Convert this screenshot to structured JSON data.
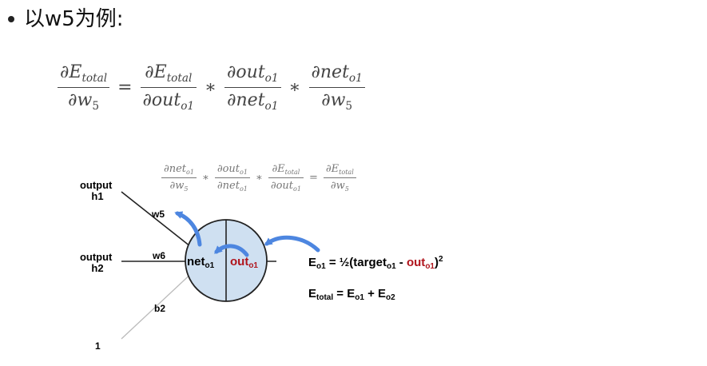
{
  "bullet": {
    "text": "以w5为例:"
  },
  "formula_main": {
    "lhs_num": "E",
    "lhs_num_sub": "total",
    "lhs_den": "w",
    "lhs_den_sub": "5",
    "eq": "=",
    "t1_num": "E",
    "t1_num_sub": "total",
    "t1_den": "out",
    "t1_den_sub": "o1",
    "times": "∗",
    "t2_num": "out",
    "t2_num_sub": "o1",
    "t2_den": "net",
    "t2_den_sub": "o1",
    "t3_num": "net",
    "t3_num_sub": "o1",
    "t3_den": "w",
    "t3_den_sub": "5",
    "partial": "∂"
  },
  "formula_small": {
    "a_num": "net",
    "a_num_sub": "o1",
    "a_den": "w",
    "a_den_sub": "5",
    "b_num": "out",
    "b_num_sub": "o1",
    "b_den": "net",
    "b_den_sub": "o1",
    "c_num": "E",
    "c_num_sub": "total",
    "c_den": "out",
    "c_den_sub": "o1",
    "d_num": "E",
    "d_num_sub": "total",
    "d_den": "w",
    "d_den_sub": "5"
  },
  "diagram": {
    "output_h1": [
      "output",
      "h1"
    ],
    "output_h2": [
      "output",
      "h2"
    ],
    "w5": "w5",
    "w6": "w6",
    "b2": "b2",
    "one": "1",
    "net": "net",
    "net_sub": "o1",
    "out": "out",
    "out_sub": "o1",
    "eq1_E": "E",
    "eq1_E_sub": "o1",
    "eq1_mid": " = ½(target",
    "eq1_target_sub": "o1",
    "eq1_minus": " - ",
    "eq1_out": "out",
    "eq1_out_sub": "o1",
    "eq1_close": ")",
    "eq1_sup": "2",
    "eq2_E": "E",
    "eq2_E_sub": "total",
    "eq2_mid": " = E",
    "eq2_sub1": "o1",
    "eq2_plus": " + E",
    "eq2_sub2": "o2"
  },
  "colors": {
    "arrow": "#4d86e0",
    "circle_fill": "#cfe0f1",
    "out_red": "#b0141c"
  }
}
